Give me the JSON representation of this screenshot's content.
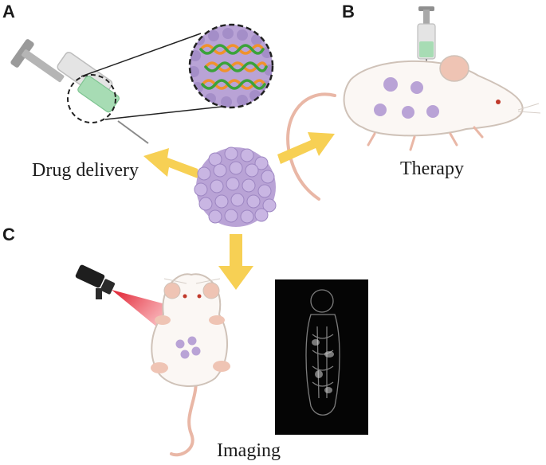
{
  "panels": {
    "a": {
      "letter": "A",
      "caption": "Drug delivery"
    },
    "b": {
      "letter": "B",
      "caption": "Therapy"
    },
    "c": {
      "letter": "C",
      "caption": "Imaging"
    }
  },
  "colors": {
    "nanoparticle": "#b9a3d6",
    "nanoparticle_bump": "#c9b6e3",
    "nanoparticle_shade": "#9d86c2",
    "arrow": "#f7d054",
    "mouse_body": "#fbf7f4",
    "mouse_outline": "#cfc2b8",
    "mouse_ear": "#efc4b4",
    "tail": "#e9b7a6",
    "syringe_green": "#a7dcb4",
    "laser": "#e01e2e",
    "mri_bg": "#050505",
    "helix_green": "#3aa23a",
    "helix_orange": "#f0922c"
  }
}
